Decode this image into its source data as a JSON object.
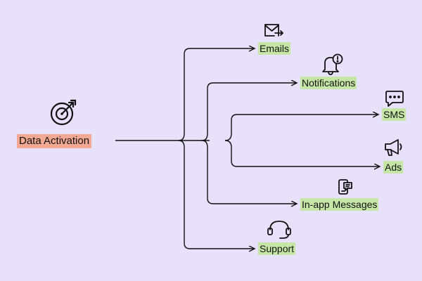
{
  "source": {
    "label": "Data Activation",
    "icon": "target-icon"
  },
  "channels": [
    {
      "label": "Emails",
      "icon": "email-send-icon"
    },
    {
      "label": "Notifications",
      "icon": "bell-alert-icon"
    },
    {
      "label": "SMS",
      "icon": "chat-bubble-icon"
    },
    {
      "label": "Ads",
      "icon": "megaphone-icon"
    },
    {
      "label": "In-app Messages",
      "icon": "phone-message-icon"
    },
    {
      "label": "Support",
      "icon": "headset-icon"
    }
  ],
  "colors": {
    "background": "#e7e1fb",
    "source_highlight": "#f2a892",
    "channel_highlight": "#c5e6a6",
    "line": "#111111"
  }
}
